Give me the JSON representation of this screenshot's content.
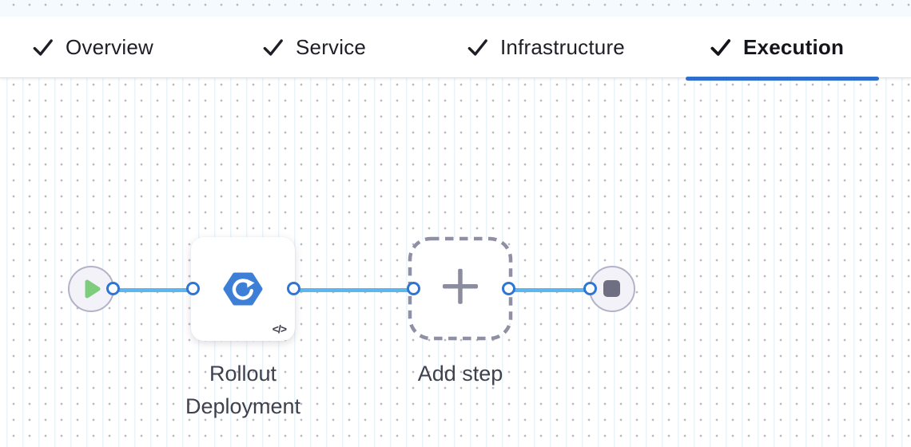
{
  "header": {
    "tabs": [
      {
        "label": "Overview",
        "completed": true,
        "active": false
      },
      {
        "label": "Service",
        "completed": true,
        "active": false
      },
      {
        "label": "Infrastructure",
        "completed": true,
        "active": false
      },
      {
        "label": "Execution",
        "completed": true,
        "active": true
      }
    ]
  },
  "canvas": {
    "start_node": {
      "icon": "play-icon"
    },
    "steps": [
      {
        "name": "Rollout Deployment",
        "icon": "k8s-rollout-deployment-icon",
        "badge_glyph": "</>"
      }
    ],
    "add_step": {
      "label": "Add step",
      "icon": "plus-icon"
    },
    "end_node": {
      "icon": "stop-icon"
    }
  },
  "colors": {
    "active_tab_underline": "#2e6ecd",
    "connector_line": "#5cb8ec",
    "connector_port": "#2d76d4",
    "step_icon_blue": "#3d7fd6",
    "play_green": "#7ecd7f",
    "node_fill": "#f3f2f9",
    "node_border": "#b3b2c6",
    "dashed_border": "#8f90a6",
    "grid_dot": "#b4bac3",
    "grid_line": "#e9f3fa"
  }
}
